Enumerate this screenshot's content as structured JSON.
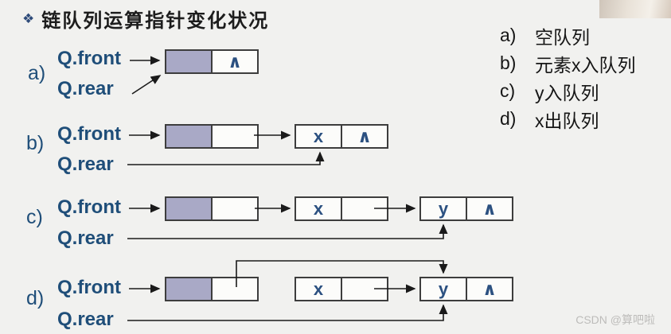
{
  "title": {
    "bullet_icon": "❖",
    "text": "链队列运算指针变化状况"
  },
  "legend": [
    {
      "prefix": "a)",
      "text": "空队列"
    },
    {
      "prefix": "b)",
      "text": "元素x入队列"
    },
    {
      "prefix": "c)",
      "text": "y入队列"
    },
    {
      "prefix": "d)",
      "text": "x出队列"
    }
  ],
  "pointer_labels": {
    "front": "Q.front",
    "rear": "Q.rear"
  },
  "rows": [
    {
      "label": "a)",
      "nodes": [
        {
          "role": "head",
          "data": "",
          "next": "∧"
        }
      ]
    },
    {
      "label": "b)",
      "nodes": [
        {
          "role": "head",
          "data": "",
          "next": ""
        },
        {
          "role": "element",
          "data": "x",
          "next": "∧"
        }
      ]
    },
    {
      "label": "c)",
      "nodes": [
        {
          "role": "head",
          "data": "",
          "next": ""
        },
        {
          "role": "element",
          "data": "x",
          "next": ""
        },
        {
          "role": "element",
          "data": "y",
          "next": "∧"
        }
      ]
    },
    {
      "label": "d)",
      "nodes": [
        {
          "role": "head",
          "data": "",
          "next": ""
        },
        {
          "role": "element",
          "data": "x",
          "next": ""
        },
        {
          "role": "element",
          "data": "y",
          "next": "∧"
        }
      ]
    }
  ],
  "watermark": "CSDN @算吧啦",
  "colors": {
    "pointer_text": "#1f4e79",
    "node_value_text": "#2b5080",
    "head_cell_fill": "#a9a9c6",
    "line": "#1a1a1a",
    "background": "#f1f1ef",
    "title_bullet": "#2e4b7a"
  }
}
